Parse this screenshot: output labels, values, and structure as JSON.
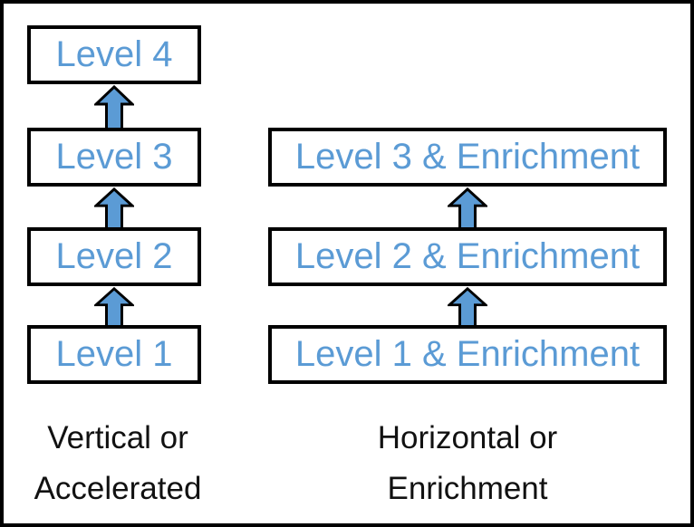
{
  "left_column": {
    "boxes": [
      "Level 4",
      "Level 3",
      "Level 2",
      "Level 1"
    ],
    "caption": [
      "Vertical or",
      "Accelerated"
    ]
  },
  "right_column": {
    "boxes": [
      "Level 3 & Enrichment",
      "Level 2 & Enrichment",
      "Level 1 & Enrichment"
    ],
    "caption": [
      "Horizontal or",
      "Enrichment"
    ]
  },
  "icons": {
    "up_arrow": "block-up-arrow"
  },
  "colors": {
    "text_blue": "#5B9BD5",
    "arrow_fill": "#5B9BD5",
    "outline": "#000000"
  }
}
